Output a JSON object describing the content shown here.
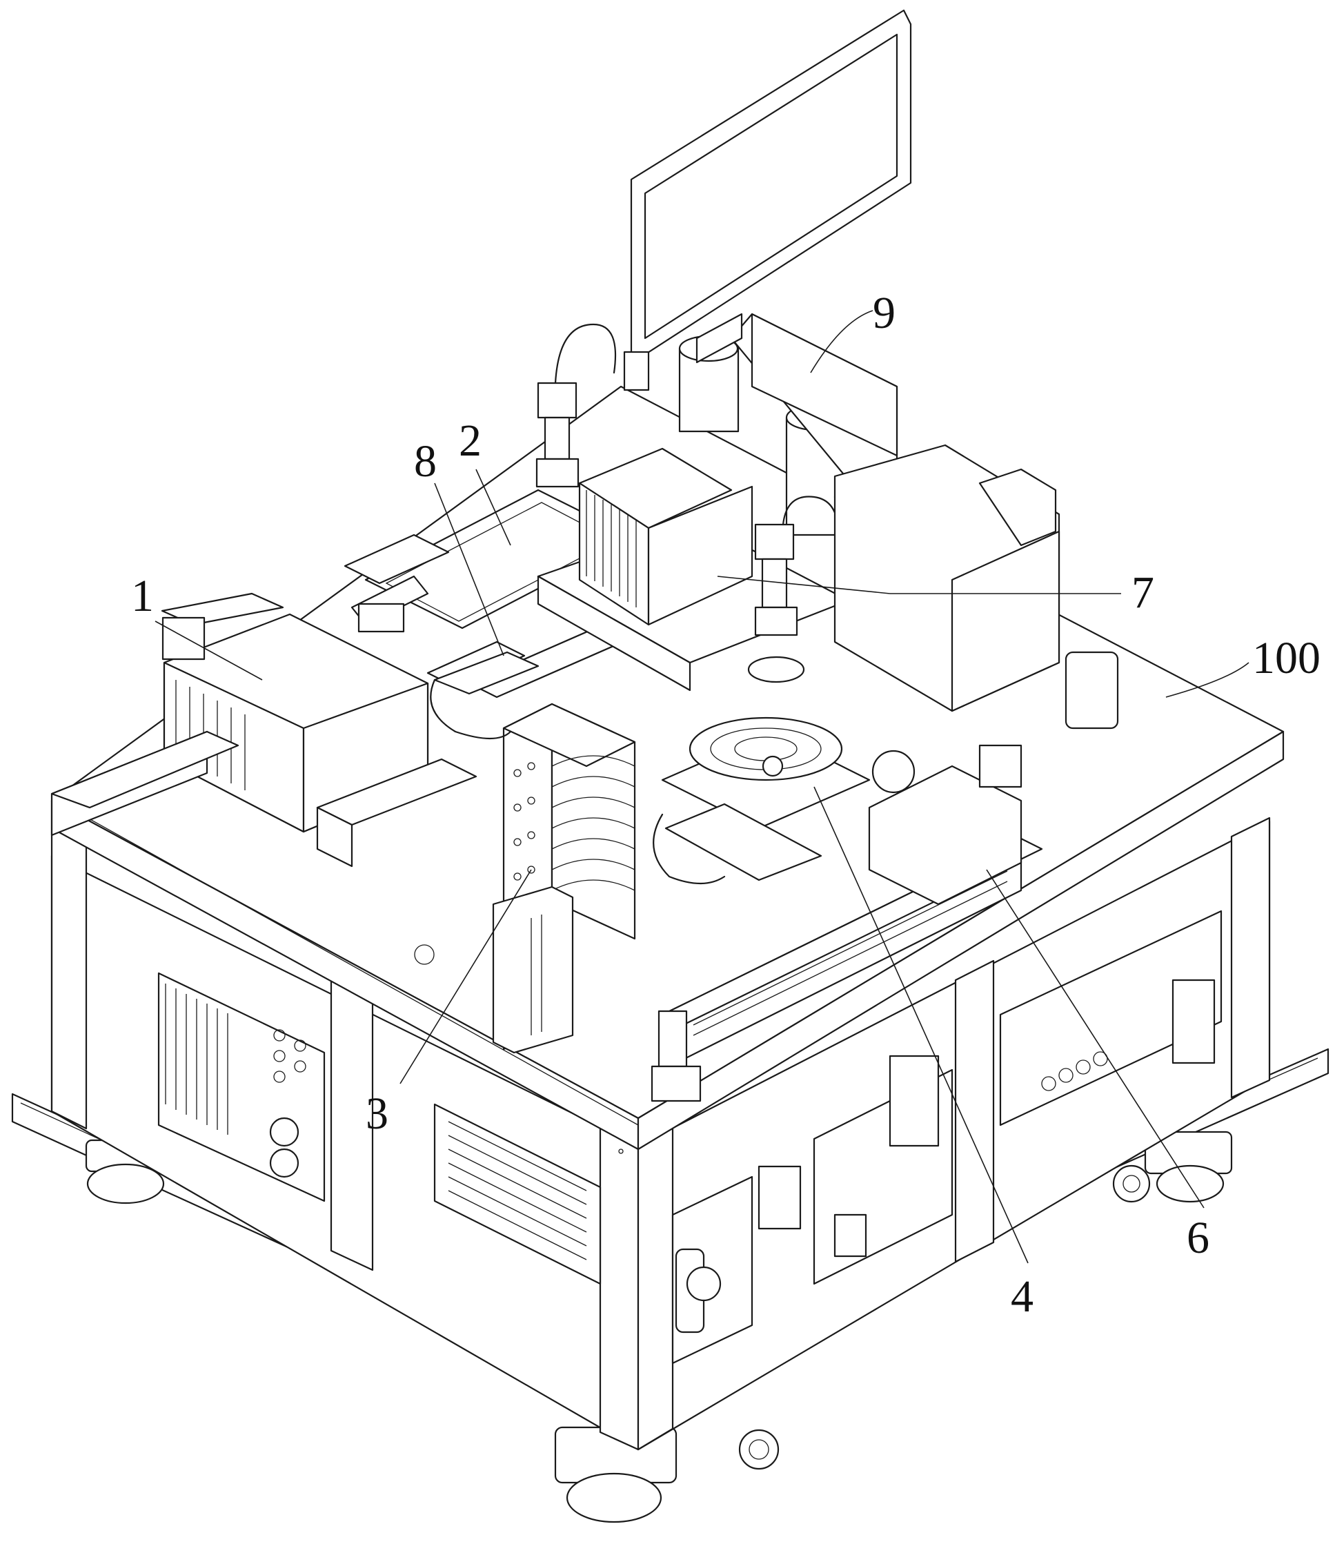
{
  "callouts": {
    "c1": "1",
    "c2": "2",
    "c3": "3",
    "c4": "4",
    "c6": "6",
    "c7": "7",
    "c8": "8",
    "c9": "9",
    "c100": "100"
  }
}
